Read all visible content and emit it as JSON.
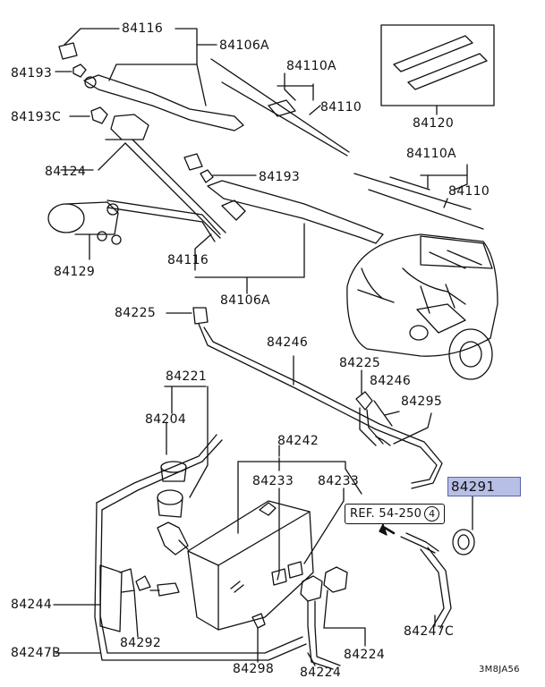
{
  "parts": {
    "p84116_top": "84116",
    "p84106A_top": "84106A",
    "p84193_top": "84193",
    "p84110A_top": "84110A",
    "p84110_top": "84110",
    "p84193C": "84193C",
    "p84120": "84120",
    "p84124": "84124",
    "p84193_mid": "84193",
    "p84110A_right": "84110A",
    "p84110_right": "84110",
    "p84129": "84129",
    "p84116_mid": "84116",
    "p84106A_mid": "84106A",
    "p84225_left": "84225",
    "p84246_top": "84246",
    "p84225_right": "84225",
    "p84246_right": "84246",
    "p84221": "84221",
    "p84295": "84295",
    "p84204": "84204",
    "p84242": "84242",
    "p84233_left": "84233",
    "p84233_right": "84233",
    "p84291": "84291",
    "p84244": "84244",
    "p84292": "84292",
    "p84247C": "84247C",
    "p84247B": "84247B",
    "p84298": "84298",
    "p84224_right": "84224",
    "p84224_bottom": "84224"
  },
  "reference": {
    "text": "REF. 54-250",
    "circled": "4"
  },
  "diagram_code": "3M8JA56",
  "colors": {
    "highlight": "#b8bfe6",
    "line": "#111111"
  }
}
